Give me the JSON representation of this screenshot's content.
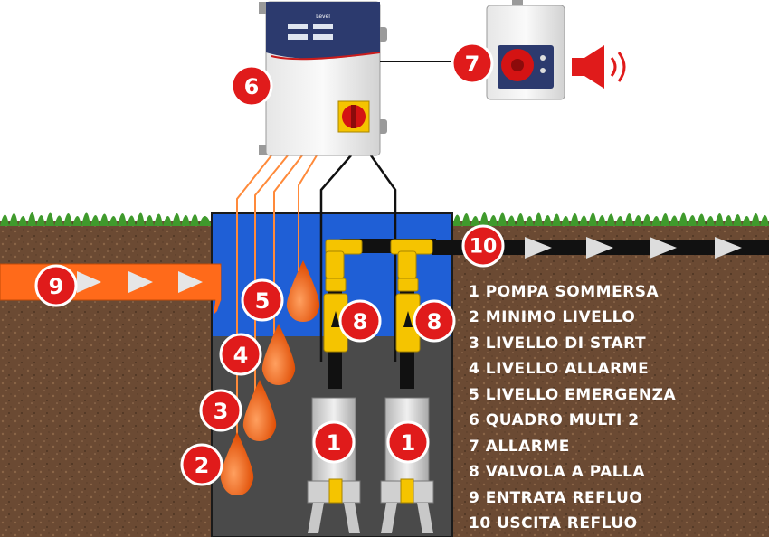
{
  "panel": {
    "title": "Level"
  },
  "badges": {
    "pump_left": "1",
    "pump_right": "1",
    "float_min": "2",
    "float_start": "3",
    "float_alarm": "4",
    "float_emergency": "5",
    "control_panel": "6",
    "alarm": "7",
    "valve_left": "8",
    "valve_right": "8",
    "inlet": "9",
    "outlet": "10"
  },
  "legend": [
    "1 POMPA SOMMERSA",
    "2 MINIMO LIVELLO",
    "3 LIVELLO DI START",
    "4 LIVELLO ALLARME",
    "5 LIVELLO EMERGENZA",
    "6 QUADRO MULTI 2",
    "7 ALLARME",
    "8 VALVOLA A PALLA",
    "9 ENTRATA REFLUO",
    "10 USCITA REFLUO"
  ],
  "colors": {
    "soil": "#6b4a33",
    "grass": "#3f9a2c",
    "water": "#1f5fd6",
    "tank_bottom": "#4a4a4a",
    "badge": "#e01b1b",
    "float": "#ff6a1a",
    "pipe_yellow": "#f5c400"
  },
  "icons": {
    "alarm": "speaker-icon",
    "flow": "flow-arrow-icon"
  }
}
